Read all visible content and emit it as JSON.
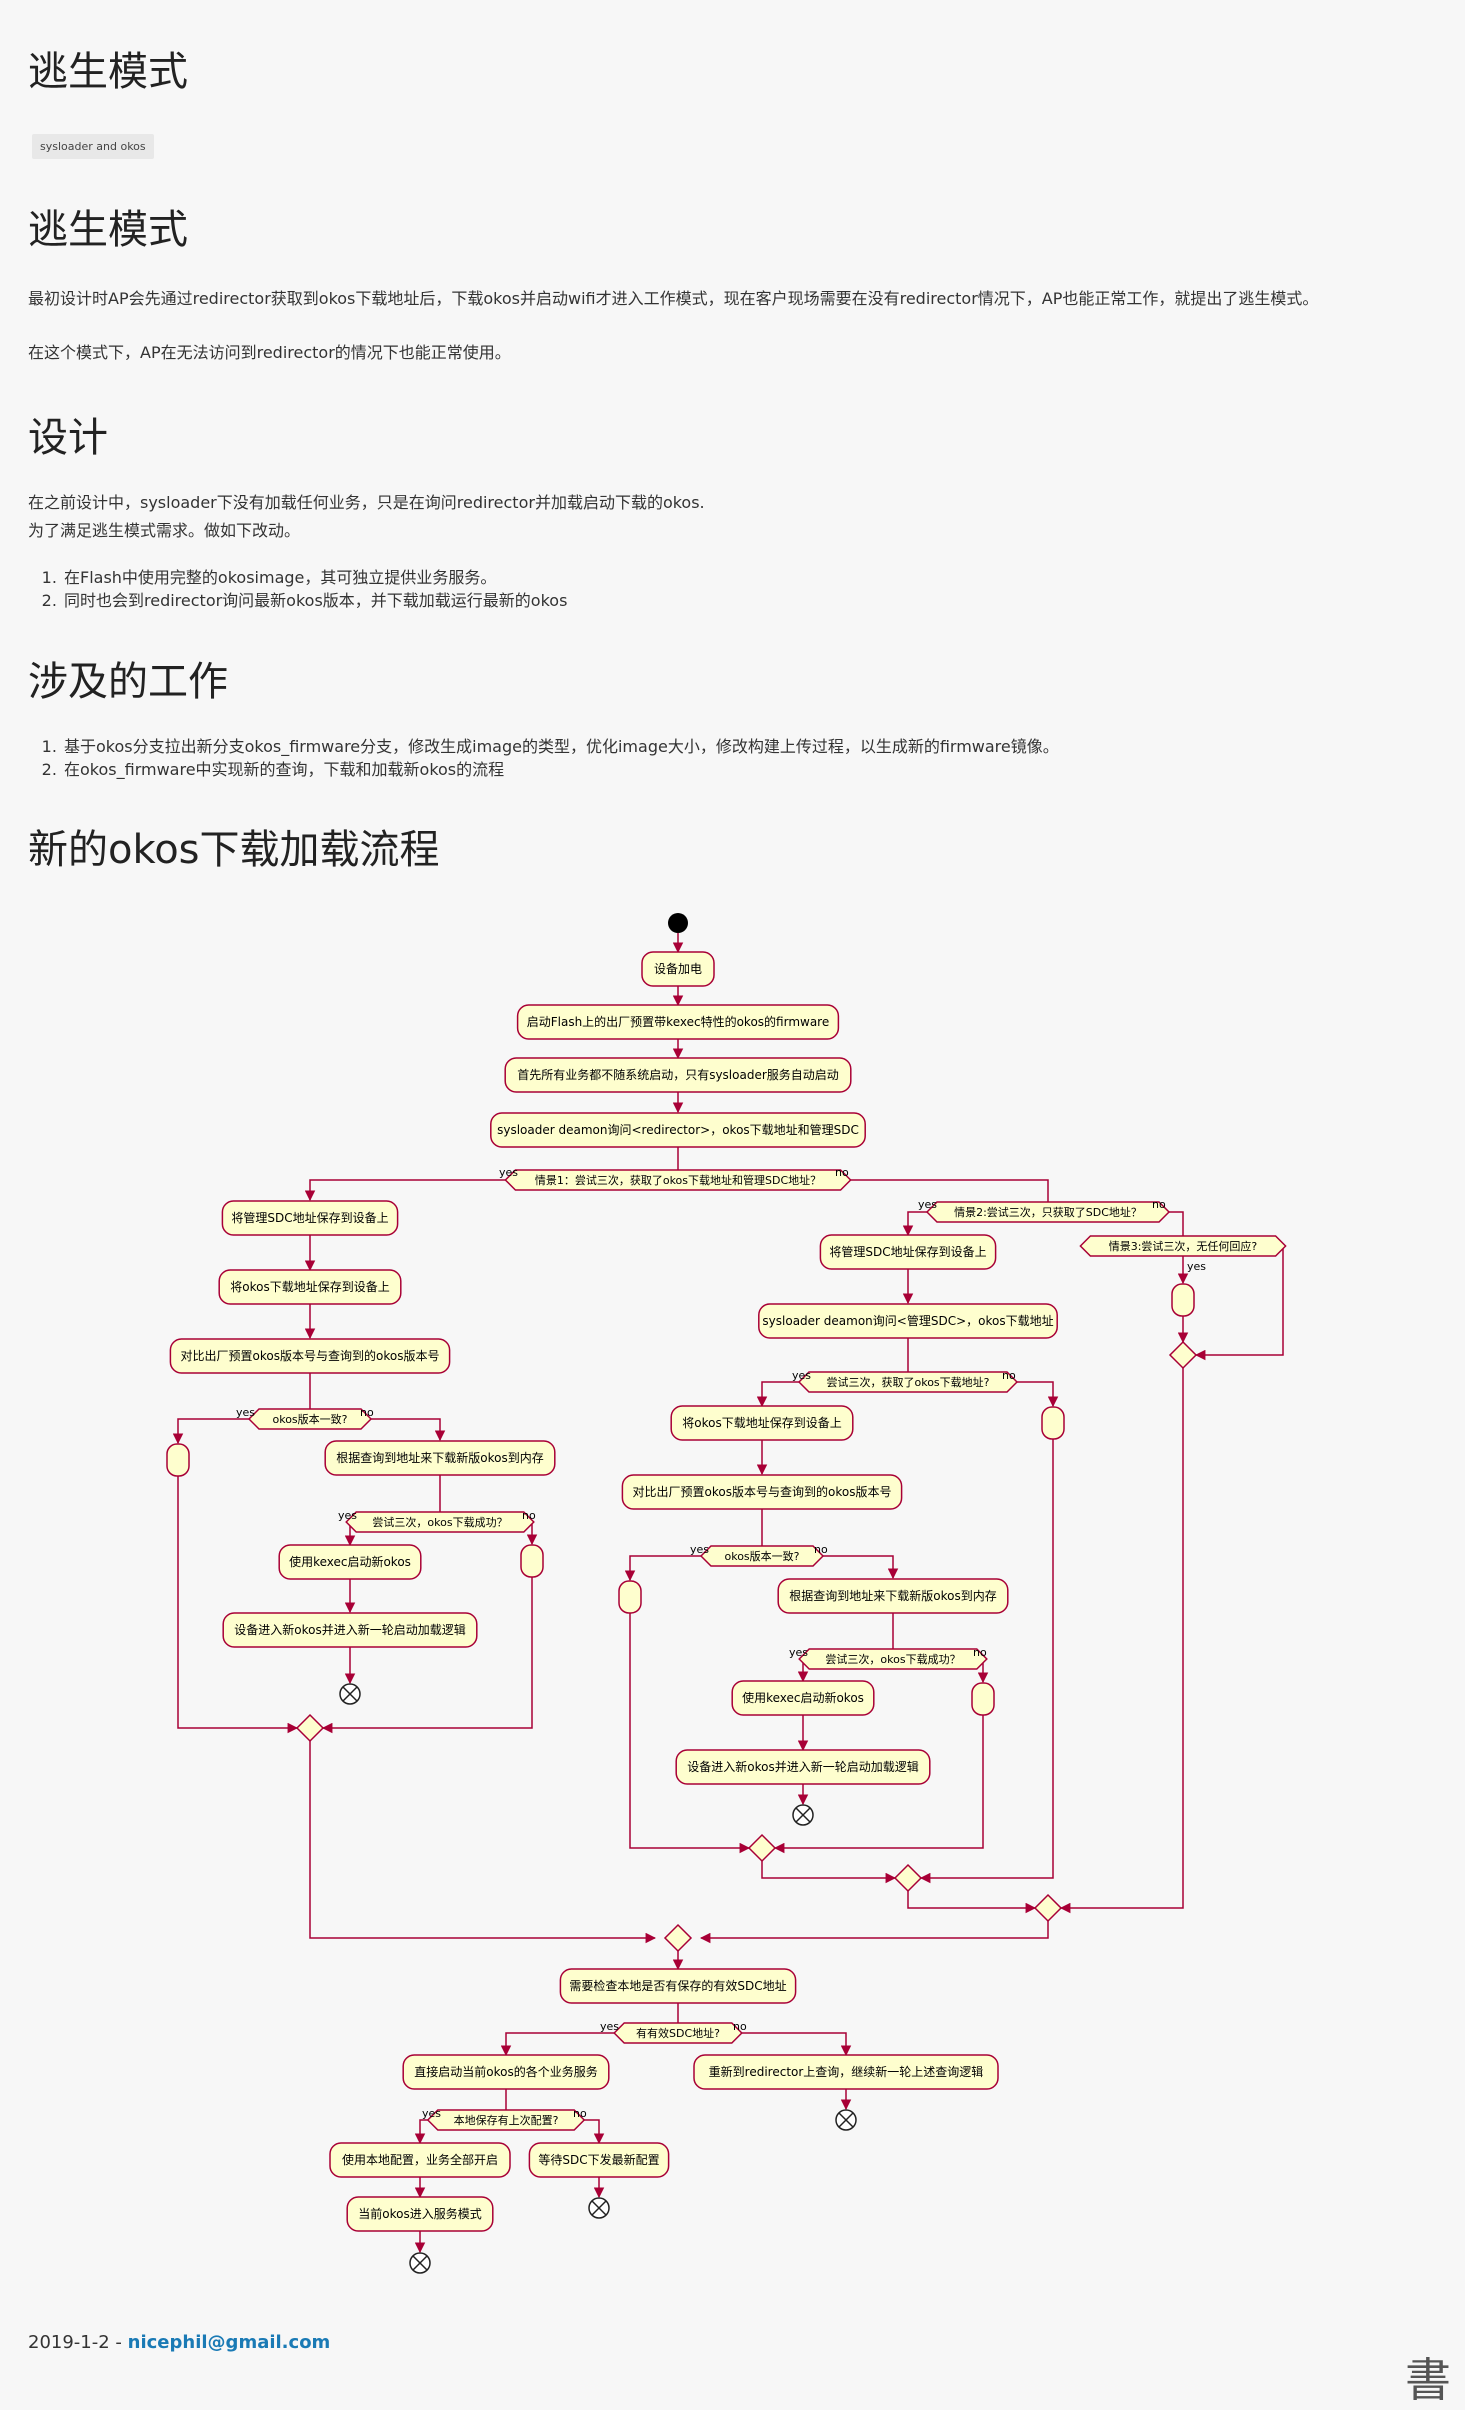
{
  "page": {
    "title": "逃生模式",
    "tag": "sysloader  and  okos"
  },
  "sections": {
    "escape": {
      "heading": "逃生模式",
      "p1": "最初设计时AP会先通过redirector获取到okos下载地址后，下载okos并启动wifi才进入工作模式，现在客户现场需要在没有redirector情况下，AP也能正常工作，就提出了逃生模式。",
      "p2": "在这个模式下，AP在无法访问到redirector的情况下也能正常使用。"
    },
    "design": {
      "heading": "设计",
      "p1": "在之前设计中，sysloader下没有加载任何业务，只是在询问redirector并加载启动下载的okos.",
      "p2": "为了满足逃生模式需求。做如下改动。",
      "items": [
        "在Flash中使用完整的okosimage，其可独立提供业务服务。",
        "同时也会到redirector询问最新okos版本，并下载加载运行最新的okos"
      ]
    },
    "work": {
      "heading": "涉及的工作",
      "items": [
        "基于okos分支拉出新分支okos_firmware分支，修改生成image的类型，优化image大小，修改构建上传过程，以生成新的firmware镜像。",
        "在okos_firmware中实现新的查询，下载和加载新okos的流程"
      ]
    },
    "flow": {
      "heading": "新的okos下载加载流程"
    }
  },
  "diagram": {
    "colors": {
      "fill": "#fefece",
      "stroke": "#a80036",
      "text": "#000000"
    },
    "nodes": {
      "power_on": "设备加电",
      "boot_flash": "启动Flash上的出厂预置带kexec特性的okos的firmware",
      "services_off": "首先所有业务都不随系统启动，只有sysloader服务自动启动",
      "daemon_query": "sysloader  deamon询问<redirector>，okos下载地址和管理SDC",
      "d1": "情景1：尝试三次，获取了okos下载地址和管理SDC地址？",
      "l_save_sdc": "将管理SDC地址保存到设备上",
      "l_save_okos": "将okos下载地址保存到设备上",
      "l_compare": "对比出厂预置okos版本号与查询到的okos版本号",
      "l_d_version": "okos版本一致?",
      "l_download": "根据查询到地址来下载新版okos到内存",
      "l_d_try": "尝试三次，okos下载成功？",
      "l_kexec": "使用kexec启动新okos",
      "l_newboot": "设备进入新okos并进入新一轮启动加载逻辑",
      "d2": "情景2:尝试三次，只获取了SDC地址？",
      "m_save_sdc": "将管理SDC地址保存到设备上",
      "m_daemon_sdc": "sysloader  deamon询问<管理SDC>，okos下载地址",
      "m_d_try": "尝试三次，获取了okos下载地址?",
      "m_save_okos": "将okos下载地址保存到设备上",
      "m_compare": "对比出厂预置okos版本号与查询到的okos版本号",
      "m_d_version": "okos版本一致?",
      "m_download": "根据查询到地址来下载新版okos到内存",
      "m_d_try2": "尝试三次，okos下载成功？",
      "m_kexec": "使用kexec启动新okos",
      "m_newboot": "设备进入新okos并进入新一轮启动加载逻辑",
      "d3": "情景3:尝试三次，无任何回应?",
      "check_sdc": "需要检查本地是否有保存的有效SDC地址",
      "d_sdc": "有有效SDC地址?",
      "start_services": "直接启动当前okos的各个业务服务",
      "requery": "重新到redirector上查询，继续新一轮上述查询逻辑",
      "d_config": "本地保存有上次配置?",
      "use_local": "使用本地配置，业务全部开启",
      "wait_sdc": "等待SDC下发最新配置",
      "service_mode": "当前okos进入服务模式"
    },
    "labels": {
      "yes": "yes",
      "no": "no"
    }
  },
  "footer": {
    "date": "2019-1-2",
    "separator": " - ",
    "email": "nicephil@gmail.com"
  }
}
